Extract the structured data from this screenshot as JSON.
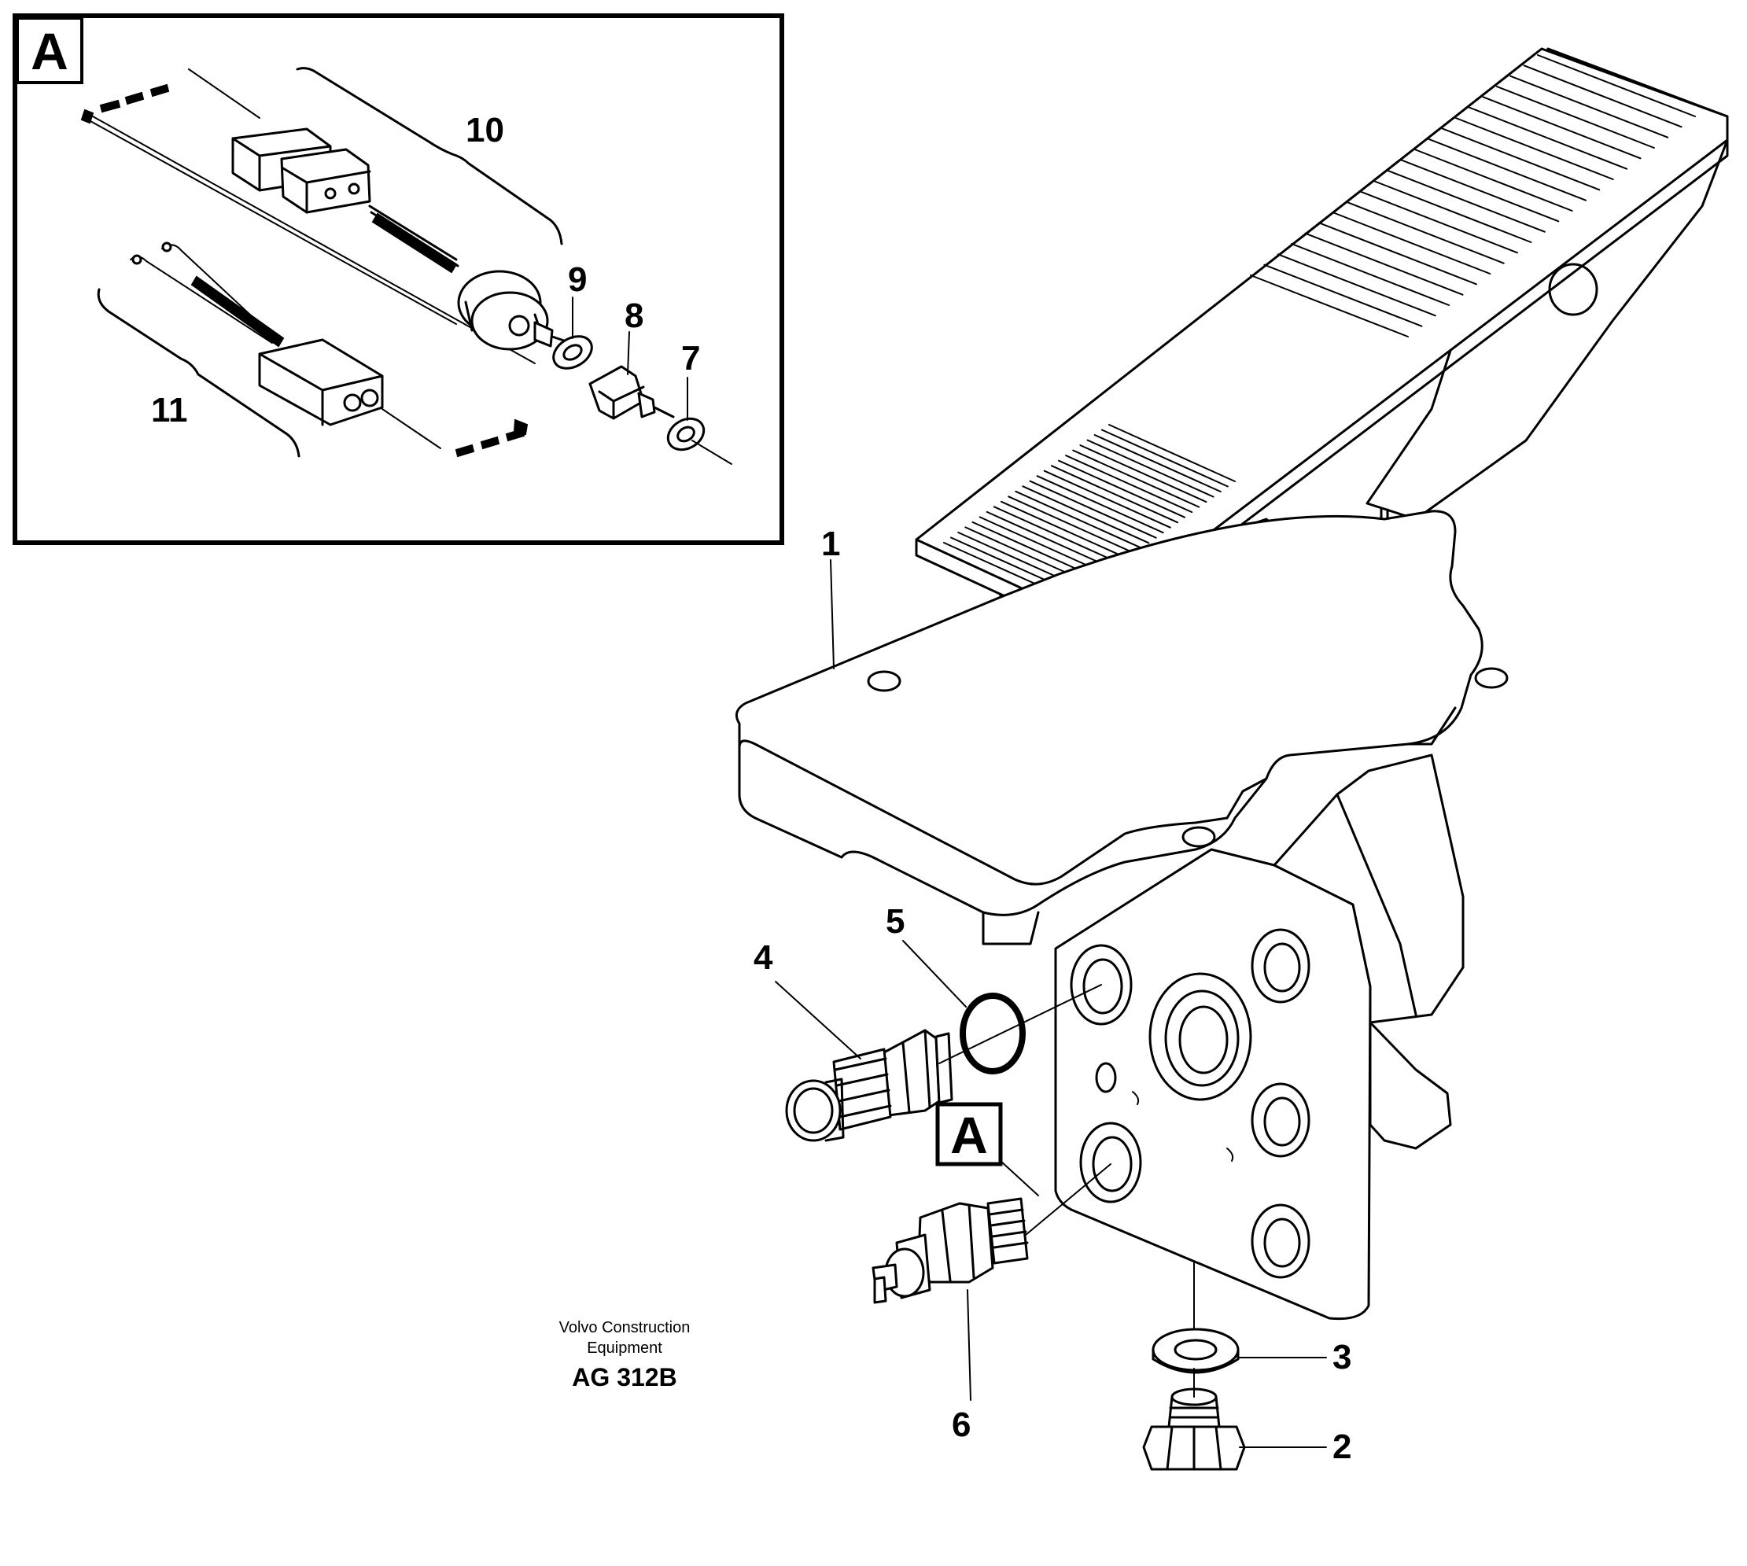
{
  "detail_view": {
    "label": "A",
    "callouts": {
      "p10": "10",
      "p9": "9",
      "p8": "8",
      "p7": "7",
      "p11": "11"
    }
  },
  "main_view": {
    "callouts": {
      "p1": "1",
      "p2": "2",
      "p3": "3",
      "p4": "4",
      "p5": "5",
      "p6": "6"
    },
    "detail_reference": "A"
  },
  "caption": {
    "line1": "Volvo Construction",
    "line2": "Equipment",
    "code": "AG 312B"
  }
}
